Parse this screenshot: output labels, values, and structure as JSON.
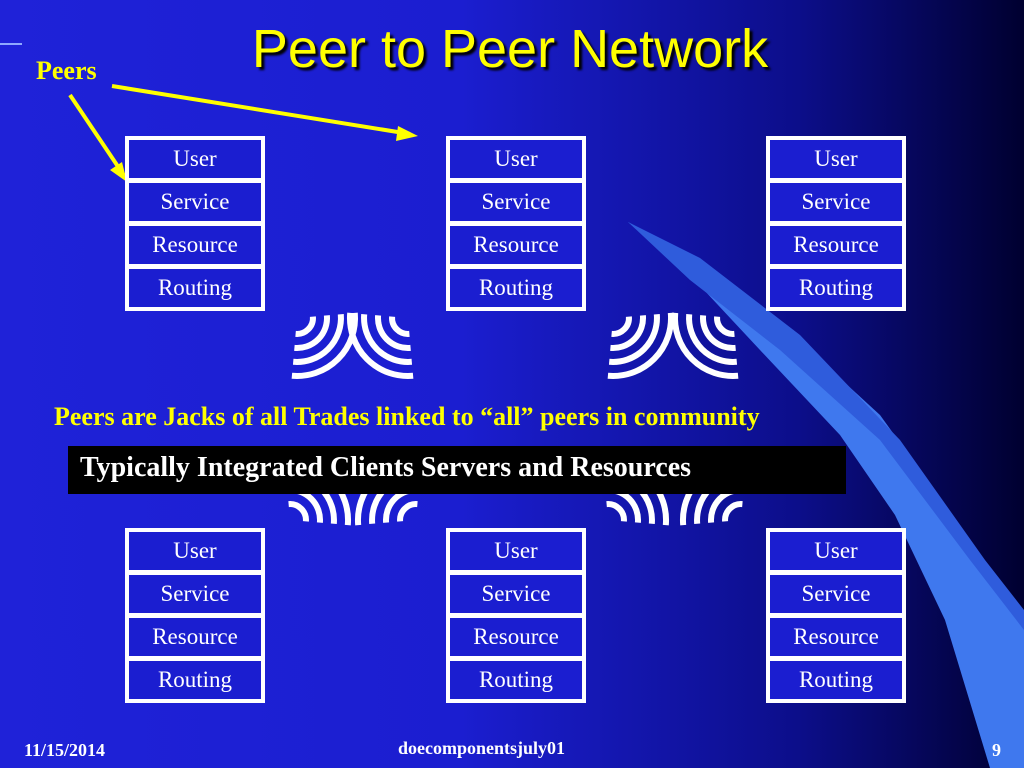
{
  "slide": {
    "title": "Peer to Peer Network",
    "peers_label": "Peers",
    "layers": [
      "User",
      "Service",
      "Resource",
      "Routing"
    ],
    "statement": "Peers are Jacks of all Trades linked to “all” peers in community",
    "box_text": "Typically Integrated Clients Servers and Resources",
    "footer": {
      "date": "11/15/2014",
      "source": "doecomponentsjuly01",
      "page": "9"
    }
  },
  "colors": {
    "title": "#ffff00",
    "text": "#ffffff",
    "cell": "#1b1ed0",
    "arrow": "#ffff00"
  },
  "icons": [
    "wireless-wave-icon",
    "arrow-icon"
  ]
}
